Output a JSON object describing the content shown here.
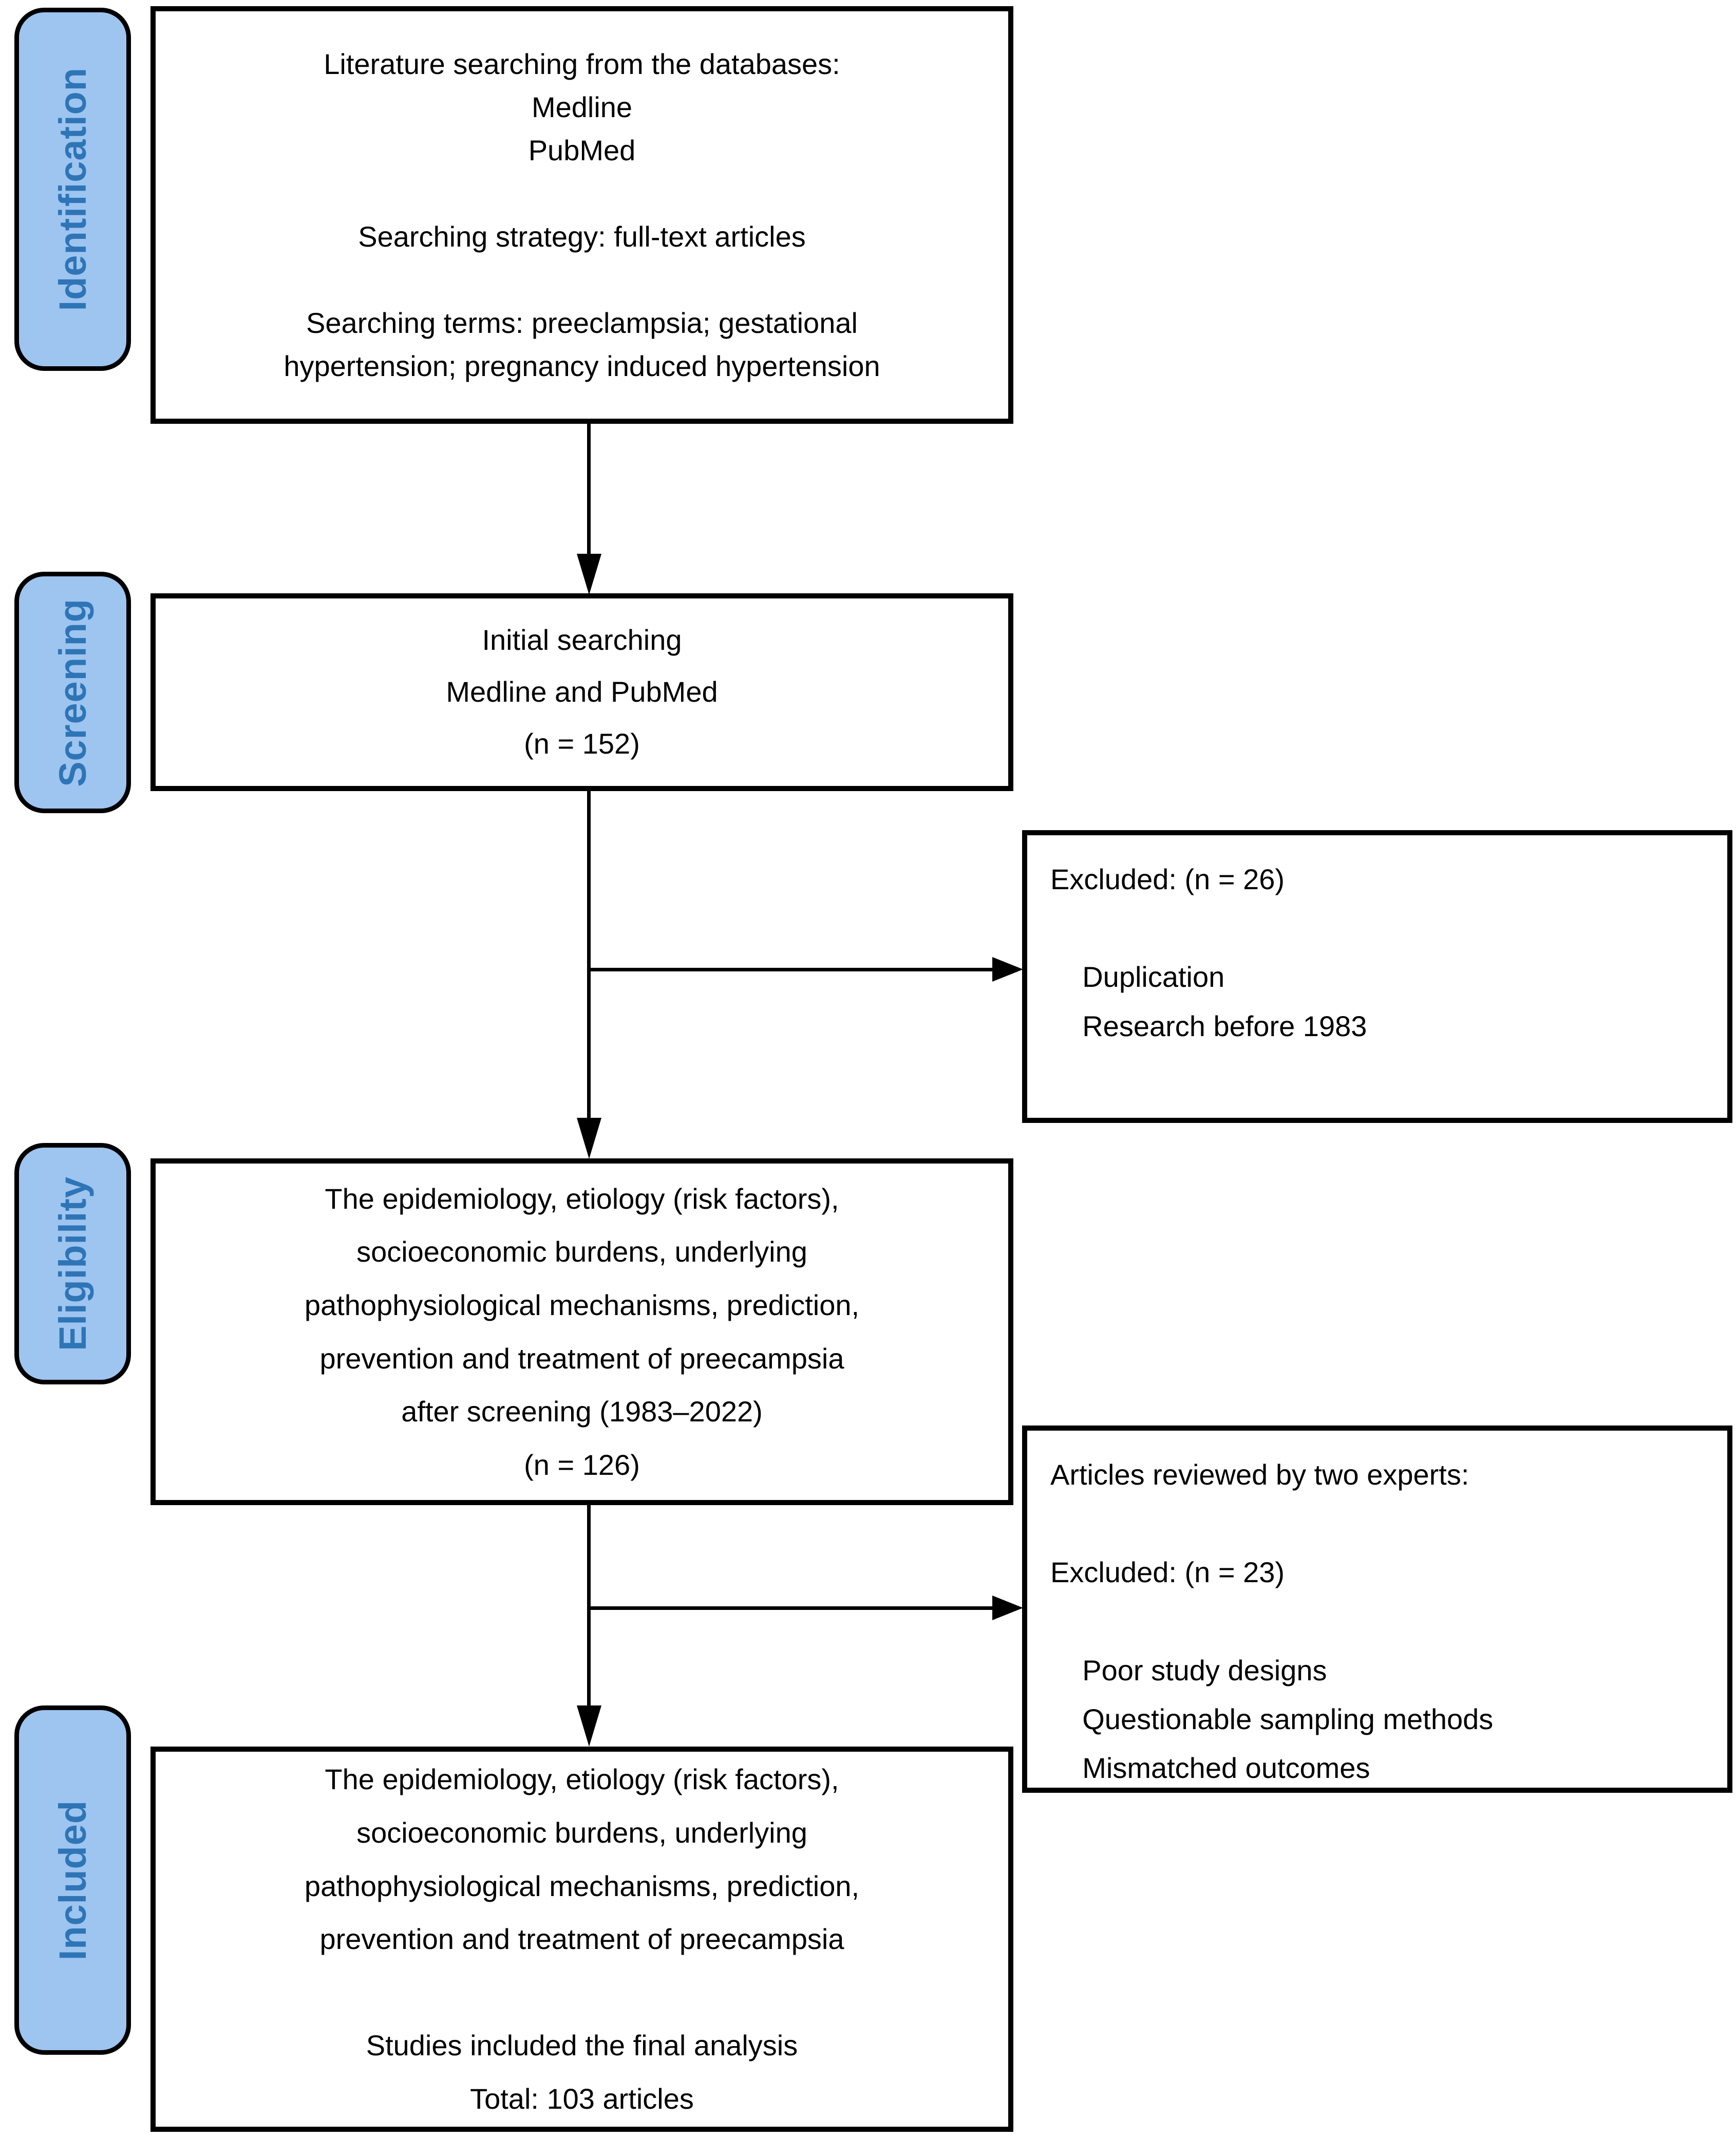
{
  "colors": {
    "background": "#ffffff",
    "line": "#000000",
    "stage_fill": "#9EC4F0",
    "stage_text": "#2E75B6",
    "box_fill": "#ffffff",
    "box_text": "#000000"
  },
  "stages": [
    {
      "label": "Identification"
    },
    {
      "label": "Screening"
    },
    {
      "label": "Eligibility"
    },
    {
      "label": "Included"
    }
  ],
  "flow_boxes": [
    {
      "text": "Literature searching from the databases:\nMedline\nPubMed\n\nSearching strategy: full-text articles\n\nSearching terms: preeclampsia; gestational\nhypertension; pregnancy induced hypertension"
    },
    {
      "text": "Initial searching\nMedline and PubMed\n(n = 152)"
    },
    {
      "text": "The epidemiology, etiology (risk factors),\nsocioeconomic burdens, underlying\npathophysiological mechanisms, prediction,\nprevention and treatment of preecampsia\nafter screening (1983–2022)\n(n = 126)"
    },
    {
      "text": "The epidemiology, etiology (risk factors),\nsocioeconomic burdens, underlying\npathophysiological mechanisms, prediction,\nprevention and treatment of preecampsia\n\nStudies included the final analysis\nTotal: 103 articles"
    }
  ],
  "side_boxes": [
    {
      "text": "Excluded: (n = 26)\n\n    Duplication\n    Research before 1983"
    },
    {
      "text": "Articles reviewed by two experts:\n\nExcluded: (n = 23)\n\n    Poor study designs\n    Questionable sampling methods\n    Mismatched outcomes"
    }
  ]
}
